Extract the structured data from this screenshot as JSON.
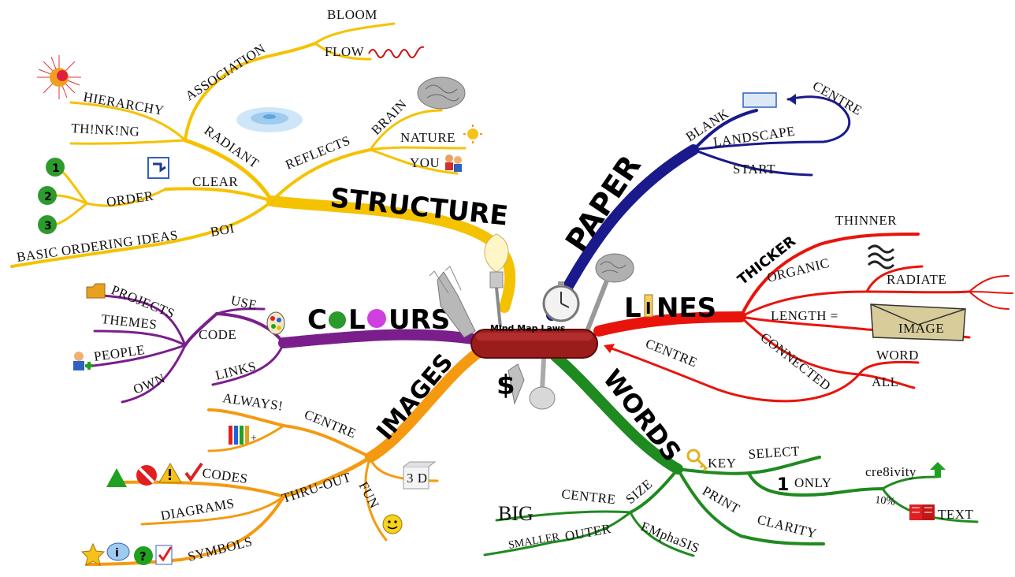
{
  "center": {
    "label": "Mind Map Laws"
  },
  "colors": {
    "structure": "#f5c200",
    "paper": "#1a1a8c",
    "lines": "#e8140c",
    "colours": "#7a1e8c",
    "images": "#f59a10",
    "words": "#1f8a1f"
  },
  "structure": {
    "title": "STRUCTURE",
    "hierarchy": "HIERARCHY",
    "association": "ASSOCIATION",
    "bloom": "BLOOM",
    "flow": "FLOW",
    "thinking": "TH!NK!NG",
    "radiant": "RADIANT",
    "reflects": "REFLECTS",
    "brain": "BRAIN",
    "nature": "NATURE",
    "you": "YOU",
    "clear": "CLEAR",
    "order": "ORDER",
    "boi": "BOI",
    "basic_ordering": "BASIC ORDERING IDEAS",
    "order_nums": [
      "1",
      "2",
      "3"
    ]
  },
  "paper": {
    "title": "PAPER",
    "blank": "BLANK",
    "centre": "CENTRE",
    "landscape": "LANDSCAPE",
    "start": "START"
  },
  "lines": {
    "title_l": "L",
    "title_i": "I",
    "title_rest": "NES",
    "thicker": "THICKER",
    "thinner": "THINNER",
    "organic": "ORGANIC",
    "radiate": "RADIATE",
    "length": "LENGTH =",
    "image": "IMAGE",
    "connected": "CONNECTED",
    "word": "WORD",
    "all": "ALL",
    "centre": "CENTRE"
  },
  "colours": {
    "title_c": "C",
    "title_mid": "L",
    "title_rest": "URS",
    "projects": "PROJECTS",
    "themes": "THEMES",
    "code": "CODE",
    "use": "USE",
    "people": "PEOPLE",
    "own": "OWN",
    "links": "LINKS"
  },
  "images": {
    "title": "IMAGES",
    "always": "ALWAYS!",
    "centre": "CENTRE",
    "codes": "CODES",
    "thruout": "THRU-OUT",
    "diagrams": "DIAGRAMS",
    "symbols": "SYMBOLS",
    "fun": "FUN",
    "three_d": "3 D",
    "plus": "+"
  },
  "words": {
    "title": "WORDS",
    "key": "KEY",
    "select": "SELECT",
    "one": "1",
    "only": "ONLY",
    "creativity": "cre8ivity",
    "ten_percent": "10%",
    "text": "TEXT",
    "print": "PRINT",
    "clarity": "CLARITY",
    "size": "SIZE",
    "centre": "CENTRE",
    "big": "BIG",
    "outer": "OUTER",
    "smaller": "SMALLER",
    "emphasis": "EMphaSIS"
  },
  "icons": [
    "sparkle-ball-icon",
    "squiggle-icon",
    "water-drop-icon",
    "brain-icon",
    "sun-icon",
    "people-icon",
    "arrow-icon",
    "number-badge-icon",
    "rectangle-icon",
    "wavy-lines-icon",
    "envelope-icon",
    "folder-icon",
    "palette-icon",
    "user-add-icon",
    "pencils-icon",
    "triangle-icon",
    "no-entry-icon",
    "warning-icon",
    "checkmark-icon",
    "star-icon",
    "info-icon",
    "question-icon",
    "checklist-icon",
    "smiley-icon",
    "dice-icon",
    "key-icon",
    "up-arrow-icon",
    "book-icon",
    "swiss-knife-icon",
    "lightbulb-icon",
    "stopwatch-icon",
    "glove-icon",
    "dollar-icon"
  ]
}
